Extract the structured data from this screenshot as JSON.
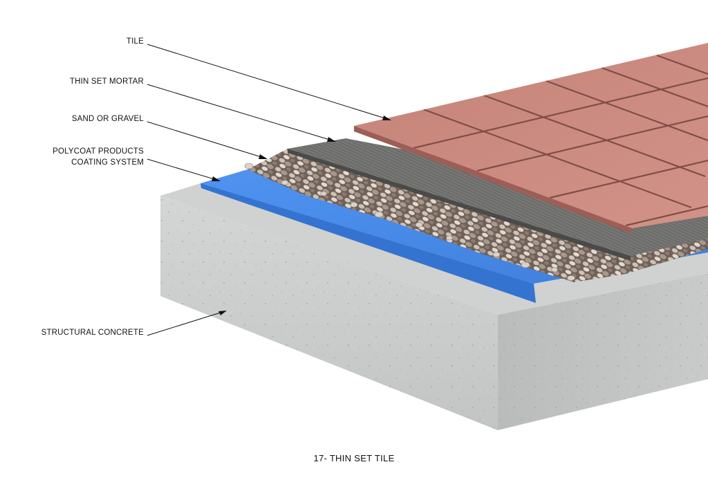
{
  "labels": {
    "tile": "TILE",
    "thin_set_mortar": "THIN SET MORTAR",
    "sand_or_gravel": "SAND OR GRAVEL",
    "coating_line1": "POLYCOAT PRODUCTS",
    "coating_line2": "COATING SYSTEM",
    "structural_concrete": "STRUCTURAL CONCRETE"
  },
  "caption": "17- THIN SET TILE",
  "layers": [
    {
      "name": "tile",
      "color": "#c9857a"
    },
    {
      "name": "thin-set-mortar",
      "color": "#6e6e6c"
    },
    {
      "name": "sand-or-gravel",
      "color": "#8a7a70"
    },
    {
      "name": "coating-system",
      "color": "#4a8be8"
    },
    {
      "name": "structural-concrete",
      "color": "#c9ccca"
    }
  ],
  "leader_color": "#111111"
}
